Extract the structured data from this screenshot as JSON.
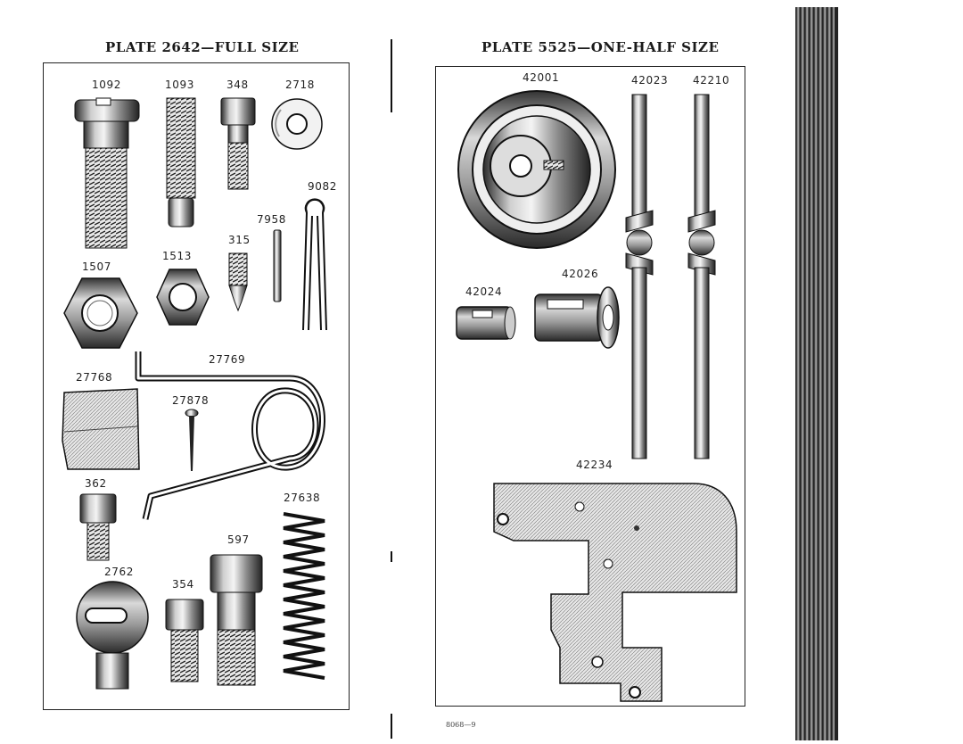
{
  "left_plate": {
    "title": "PLATE 2642—FULL SIZE",
    "labels": {
      "p1092": "1092",
      "p1093": "1093",
      "p348": "348",
      "p2718": "2718",
      "p9082": "9082",
      "p7958": "7958",
      "p315": "315",
      "p1513": "1513",
      "p1507": "1507",
      "p27769": "27769",
      "p27768": "27768",
      "p27878": "27878",
      "p362": "362",
      "p27638": "27638",
      "p597": "597",
      "p2762": "2762",
      "p354": "354"
    }
  },
  "right_plate": {
    "title": "PLATE 5525—ONE-HALF SIZE",
    "labels": {
      "p42001": "42001",
      "p42023": "42023",
      "p42210": "42210",
      "p42026": "42026",
      "p42024": "42024",
      "p42234": "42234"
    }
  },
  "footer": {
    "code": "8068—9"
  },
  "colors": {
    "ink": "#1a1a1a",
    "paper": "#ffffff",
    "shade": "#888888"
  }
}
